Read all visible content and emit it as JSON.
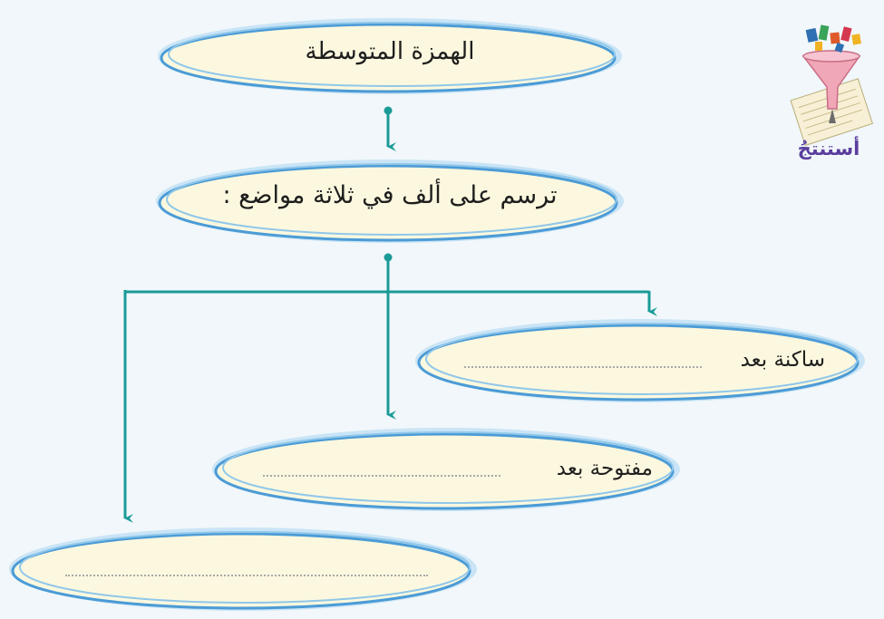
{
  "badge": {
    "label": "أستنتجُ",
    "icon": "funnel-paper-icon"
  },
  "diagram": {
    "root": "الهمزة المتوسطة",
    "rule": "ترسم على ألف في ثلاثة مواضع :",
    "cases": [
      {
        "prefix": "ساكنة بعد"
      },
      {
        "prefix": "مفتوحة بعد"
      },
      {
        "prefix": ""
      }
    ]
  },
  "colors": {
    "bubble_fill": "#fcf8df",
    "bubble_ring": "#8fc7ea",
    "bubble_ring_dark": "#4b9bd6",
    "connector": "#1a9b98"
  }
}
